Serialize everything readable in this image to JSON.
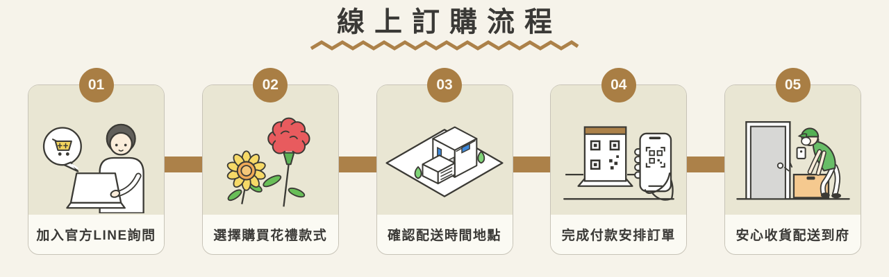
{
  "page": {
    "title": "線上訂購流程"
  },
  "colors": {
    "background": "#F6F3EA",
    "accent_brown": "#AC8149",
    "badge_brown": "#A97E44",
    "card_illustration_bg": "#E9E6D3",
    "card_label_bg": "#FBFAF3",
    "card_border": "#C7C3B7",
    "text_dark": "#3A3936"
  },
  "steps": [
    {
      "number": "01",
      "label": "加入官方LINE詢問",
      "illustration": "person-on-laptop-with-cart-speech-bubble"
    },
    {
      "number": "02",
      "label": "選擇購買花禮款式",
      "illustration": "sunflower-and-red-carnation"
    },
    {
      "number": "03",
      "label": "確認配送時間地點",
      "illustration": "isometric-house-on-map-plot"
    },
    {
      "number": "04",
      "label": "完成付款安排訂單",
      "illustration": "qr-code-sign-and-phone-scanning"
    },
    {
      "number": "05",
      "label": "安心收貨配送到府",
      "illustration": "courier-placing-box-at-door"
    }
  ]
}
